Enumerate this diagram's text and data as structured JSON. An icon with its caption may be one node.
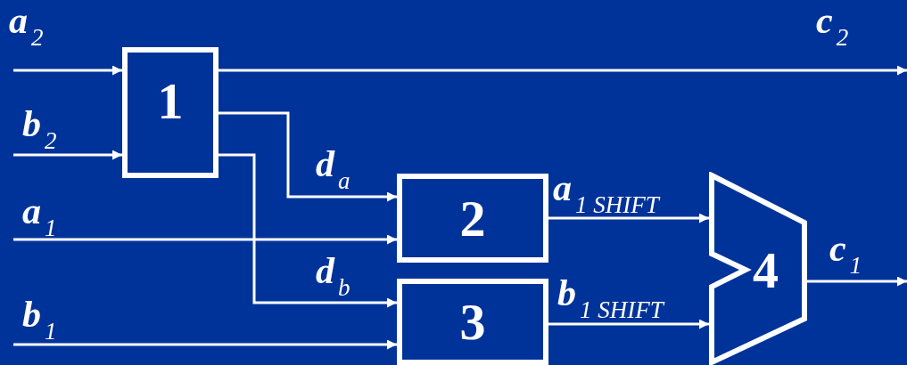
{
  "diagram": {
    "nodes": [
      {
        "text": [
          "1"
        ]
      },
      {
        "text": [
          "2"
        ]
      },
      {
        "text": [
          "3"
        ]
      },
      {
        "text": [
          "4"
        ]
      }
    ],
    "edges": [
      {
        "from": null,
        "to": 0,
        "arrow": "to",
        "label": "a$_{2}$"
      },
      {
        "from": null,
        "to": 0,
        "arrow": "to",
        "label": "b$_{2}$"
      },
      {
        "from": 0,
        "to": null,
        "arrow": "to",
        "label": "c$_{2}$"
      },
      {
        "from": 0,
        "to": 1,
        "arrow": "to",
        "label": "d$_{a}$"
      },
      {
        "from": null,
        "to": 1,
        "arrow": "to",
        "label": "a$_{1}$"
      },
      {
        "from": 0,
        "to": 2,
        "arrow": "to",
        "label": "d$_{b}$"
      },
      {
        "from": null,
        "to": 2,
        "arrow": "to",
        "label": "b$_{1}$"
      },
      {
        "from": 1,
        "to": 3,
        "arrow": "to",
        "label": "a$_{1 SHIFT}$"
      },
      {
        "from": 2,
        "to": 3,
        "arrow": "to",
        "label": "b$_{1 SHIFT}$"
      },
      {
        "from": 3,
        "to": null,
        "arrow": "to",
        "label": "c$_{1}$"
      }
    ]
  }
}
